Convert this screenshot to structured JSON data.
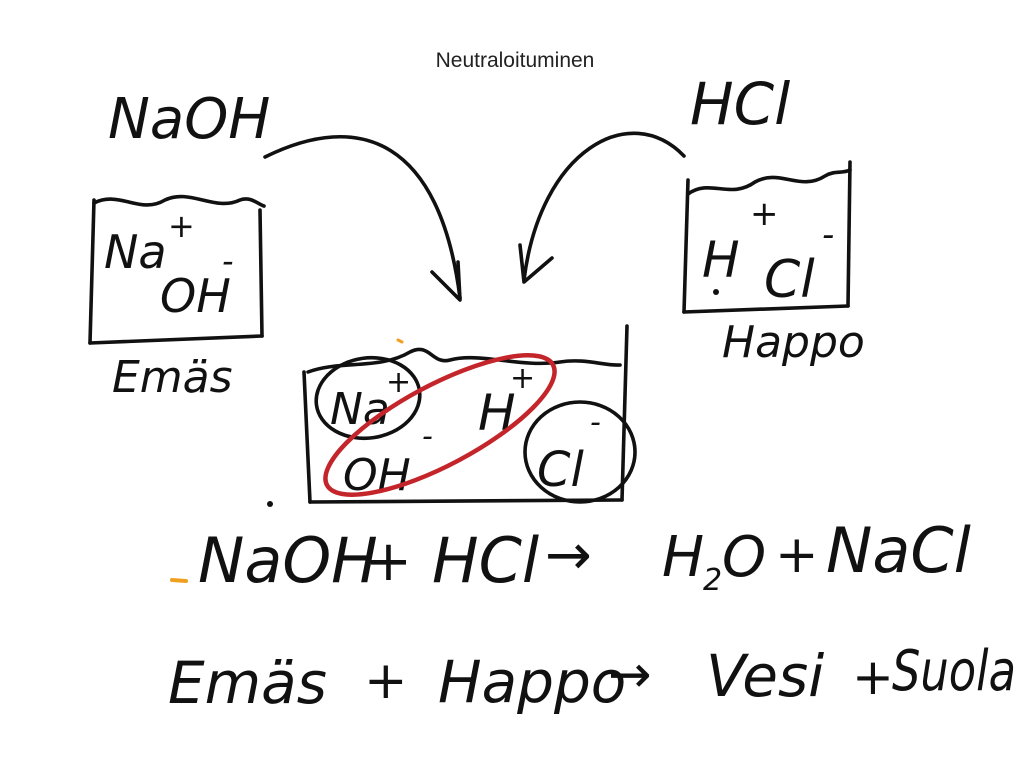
{
  "title": "Neutraloituminen",
  "base_formula": "NaOH",
  "acid_formula": "HCl",
  "base_beaker": {
    "cation": "Na",
    "cation_charge": "+",
    "anion": "OH",
    "anion_charge": "-",
    "label": "Emäs"
  },
  "acid_beaker": {
    "cation": "H",
    "cation_charge": "+",
    "anion": "Cl",
    "anion_charge": "-",
    "label": "Happo"
  },
  "mix_beaker": {
    "na": "Na",
    "na_charge": "+",
    "h": "H",
    "h_charge": "+",
    "oh": "OH",
    "oh_charge": "-",
    "cl": "Cl",
    "cl_charge": "-"
  },
  "equation1": {
    "r1": "NaOH",
    "plus1": "+",
    "r2": "HCl",
    "arrow": "→",
    "p1_a": "H",
    "p1_sub": "2",
    "p1_b": "O",
    "plus2": "+",
    "p2": "NaCl"
  },
  "equation2": {
    "r1": "Emäs",
    "plus1": "+",
    "r2": "Happo",
    "arrow": "→",
    "p1": "Vesi",
    "plus2": "+",
    "p2": "Suola"
  },
  "colors": {
    "ink": "#111111",
    "highlight": "#c4252a",
    "accent": "#f0a020"
  }
}
